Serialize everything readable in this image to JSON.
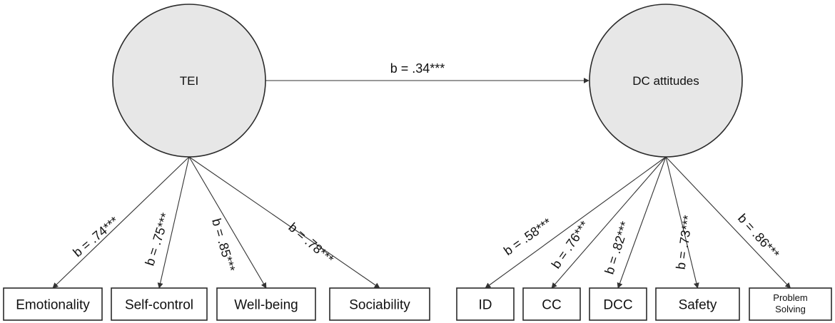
{
  "latents": [
    {
      "id": "tei",
      "label": "TEI"
    },
    {
      "id": "dc",
      "label": "DC attitudes"
    }
  ],
  "structural_path": {
    "from": "tei",
    "to": "dc",
    "label": "b = .34***"
  },
  "indicators": [
    {
      "id": "emotionality",
      "parent": "tei",
      "lines": [
        "Emotionality"
      ],
      "coef": "b = .74***"
    },
    {
      "id": "self-control",
      "parent": "tei",
      "lines": [
        "Self-control"
      ],
      "coef": "b = .75***"
    },
    {
      "id": "well-being",
      "parent": "tei",
      "lines": [
        "Well-being"
      ],
      "coef": "b = .85***"
    },
    {
      "id": "sociability",
      "parent": "tei",
      "lines": [
        "Sociability"
      ],
      "coef": "b = .78***"
    },
    {
      "id": "id",
      "parent": "dc",
      "lines": [
        "ID"
      ],
      "coef": "b = .58***"
    },
    {
      "id": "cc",
      "parent": "dc",
      "lines": [
        "CC"
      ],
      "coef": "b = .76***"
    },
    {
      "id": "dcc",
      "parent": "dc",
      "lines": [
        "DCC"
      ],
      "coef": "b = .82***"
    },
    {
      "id": "safety",
      "parent": "dc",
      "lines": [
        "Safety"
      ],
      "coef": "b = .73***"
    },
    {
      "id": "problem-solving",
      "parent": "dc",
      "lines": [
        "Problem",
        "Solving"
      ],
      "coef": "b = .86***"
    }
  ]
}
